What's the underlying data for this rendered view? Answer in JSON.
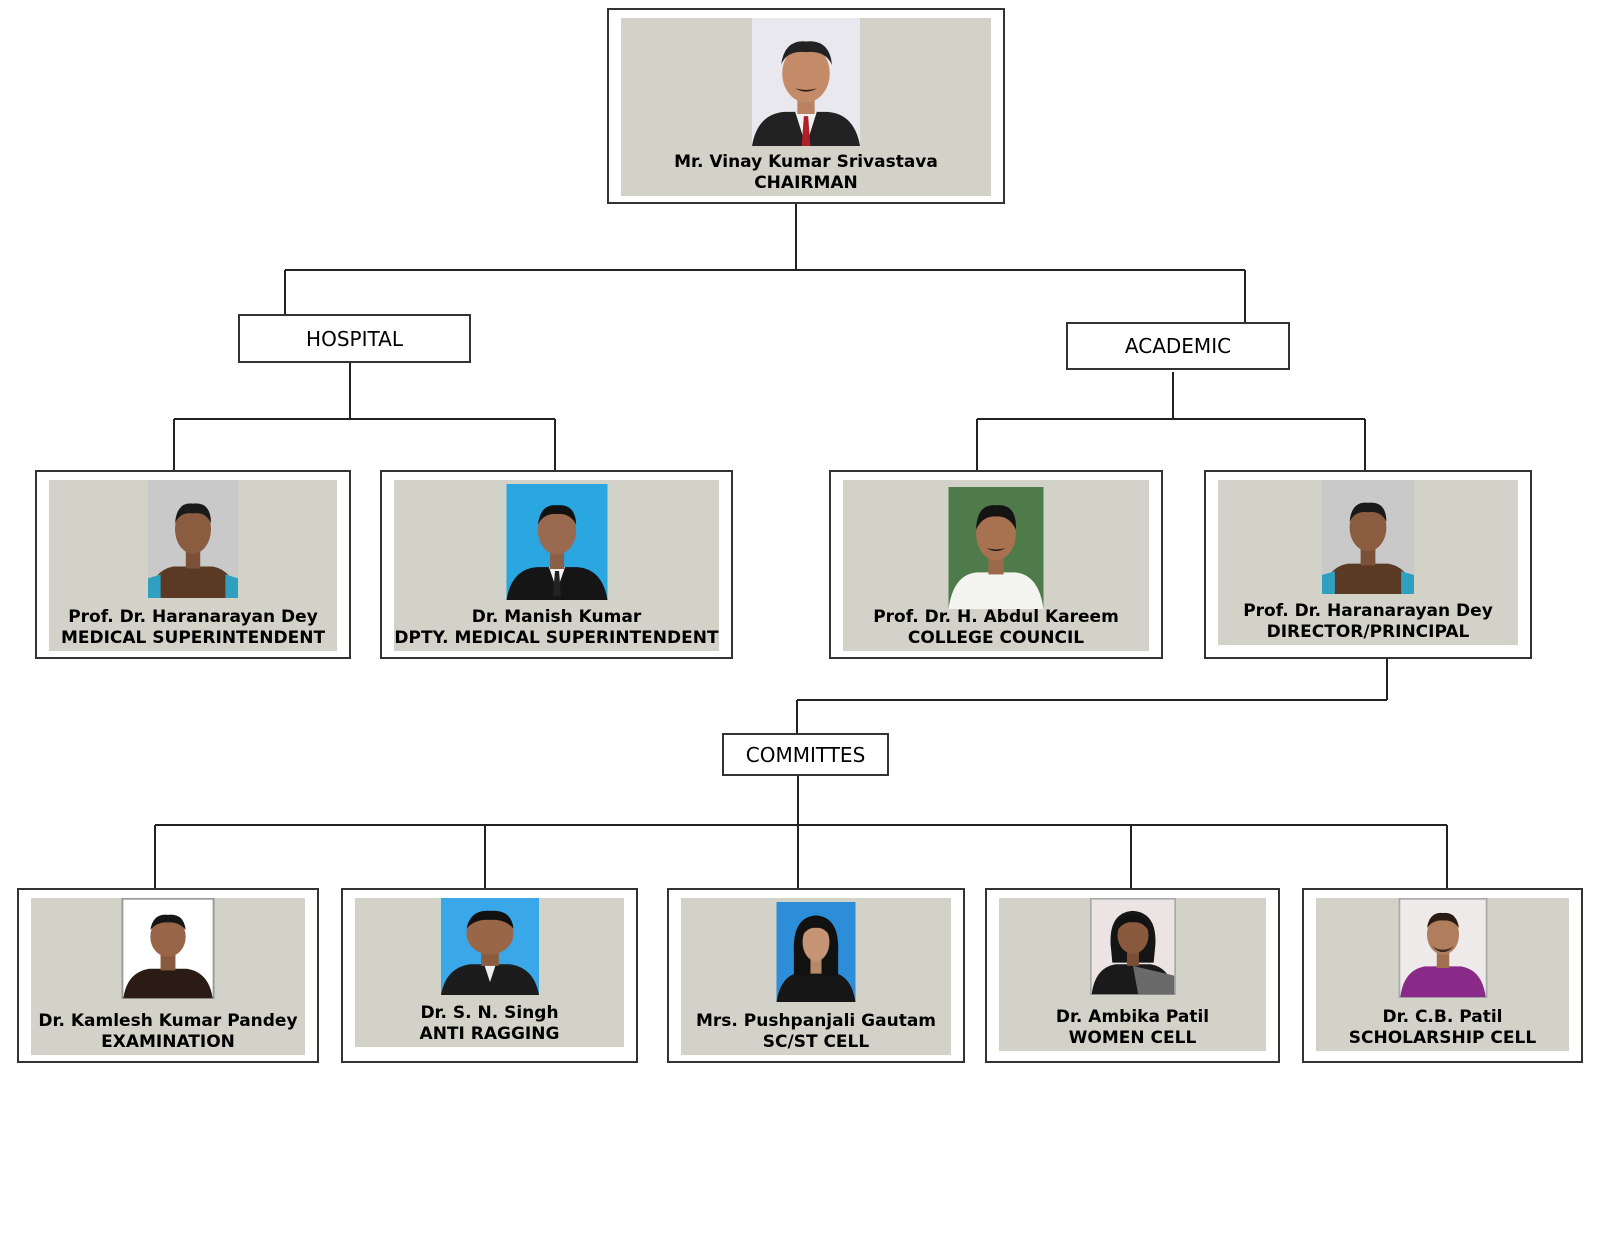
{
  "chairman": {
    "name": "Mr. Vinay Kumar Srivastava",
    "title": "CHAIRMAN"
  },
  "groups": {
    "hospital": "HOSPITAL",
    "academic": "ACADEMIC",
    "committees": "COMMITTES"
  },
  "hospital": [
    {
      "name": "Prof. Dr. Haranarayan Dey",
      "title": "MEDICAL SUPERINTENDENT"
    },
    {
      "name": "Dr. Manish Kumar",
      "title": "DPTY. MEDICAL SUPERINTENDENT"
    }
  ],
  "academic": [
    {
      "name": "Prof. Dr. H. Abdul Kareem",
      "title": "COLLEGE COUNCIL"
    },
    {
      "name": "Prof. Dr. Haranarayan Dey",
      "title": "DIRECTOR/PRINCIPAL"
    }
  ],
  "committees": [
    {
      "name": "Dr. Kamlesh Kumar Pandey",
      "title": "EXAMINATION"
    },
    {
      "name": "Dr. S. N. Singh",
      "title": "ANTI RAGGING"
    },
    {
      "name": "Mrs. Pushpanjali Gautam",
      "title": "SC/ST CELL"
    },
    {
      "name": "Dr. Ambika Patil",
      "title": "WOMEN CELL"
    },
    {
      "name": "Dr. C.B. Patil",
      "title": "SCHOLARSHIP CELL"
    }
  ]
}
